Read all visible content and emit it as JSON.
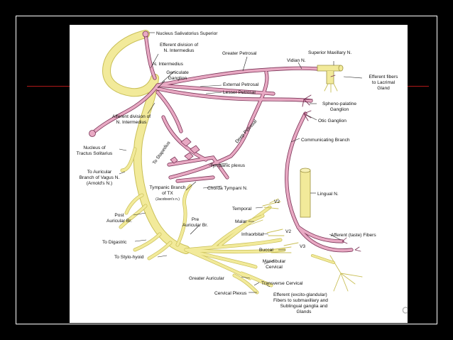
{
  "labels": {
    "nucleus_salivatorius": "Nucleus Salivatorius Superior",
    "efferent_division_1": "Efferent division of",
    "efferent_division_2": "N. Intermedius",
    "greater_petrosal": "Greater Petrosal",
    "superior_maxillary": "Superior Maxillary N.",
    "vidian": "Vidian N.",
    "n_intermedius": "N. Intermedius",
    "geniculate_1": "Geniculate",
    "geniculate_2": "Ganglion",
    "efferent_fibers_1": "Efferent fibers",
    "efferent_fibers_2": "to Lacrimal",
    "efferent_fibers_3": "Gland",
    "external_petrosal": "External Petrosal",
    "lesser_petrosal": "Lesser Petrosal",
    "spheno_palatine_1": "Spheno-palatine",
    "spheno_palatine_2": "Ganglion",
    "afferent_division_1": "Afferent division of",
    "afferent_division_2": "N. Intermedius",
    "otic_ganglion": "Otic Ganglion",
    "deep_petrosal": "Deep Petrosal",
    "communicating_branch": "Communicating Branch",
    "tractus_1": "Nucleus of",
    "tractus_2": "Tractus Solitarius",
    "to_stapedius": "To Stapedius",
    "tympanic_plexus": "Tympanic plexus",
    "auricular_vagus_1": "To Auricular",
    "auricular_vagus_2": "Branch of Vagus N.",
    "auricular_vagus_3": "(Arnold's N.)",
    "tympanic_branch_1": "Tympanic Branch",
    "tympanic_branch_2": "of TX",
    "jacobson": "(Jacobson's n.)",
    "chorda_tympani": "Chorda Tympani N.",
    "lingual": "Lingual N.",
    "temporal": "Temporal",
    "v2_top": "V2",
    "post_auricular_1": "Post",
    "post_auricular_2": "Auricular Br.",
    "pre_auricular_1": "Pre",
    "pre_auricular_2": "Auricular Br.",
    "malar": "Malar",
    "infraorbital": "Infraorbital",
    "v2_mid": "V2",
    "afferent_taste": "Afferent (taste) Fibers",
    "to_digastric": "To Digastric",
    "buccal": "Buccal",
    "v3": "V3",
    "to_stylohyoid": "To Stylo-hyoid",
    "mandibular_1": "Mandibular",
    "mandibular_2": "Cervical",
    "greater_auricular": "Greater Auricular",
    "transverse_cervical": "Transverse Cervical",
    "cervical_plexus": "Cervical Plexus",
    "efferent_excito_1": "Efferent (excito-glandular)",
    "efferent_excito_2": "Fibers to submaxillary and",
    "efferent_excito_3": "Sublingual ganglia and",
    "efferent_excito_4": "Glands"
  },
  "colors": {
    "background": "#000000",
    "panel": "#ffffff",
    "facial_nerve": "#f2ea9a",
    "intermedius_nerve": "#e8a9c3",
    "accent_line": "#b01818"
  }
}
